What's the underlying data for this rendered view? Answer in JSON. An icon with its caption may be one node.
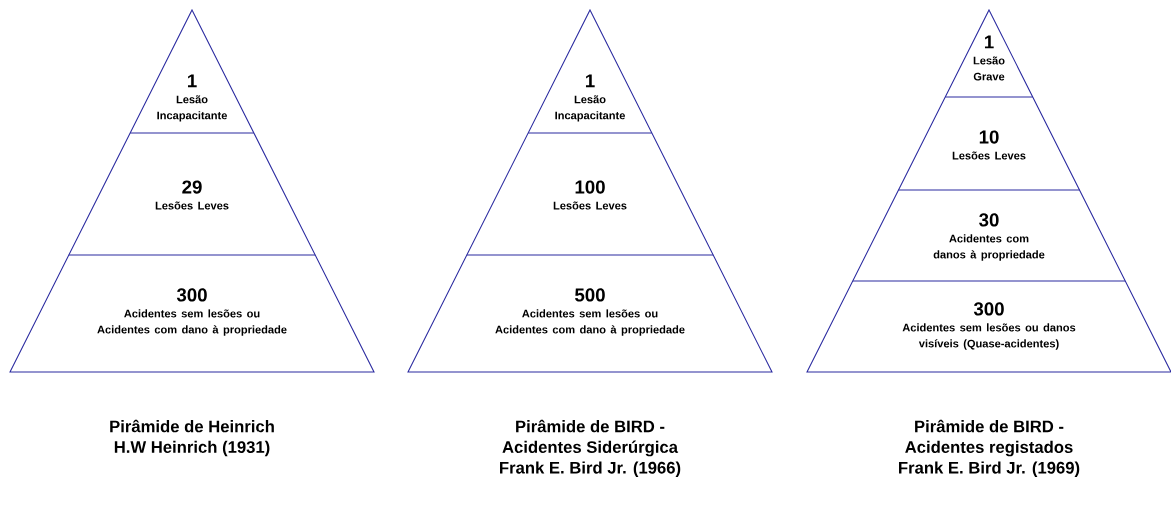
{
  "diagram": {
    "nodes": [
      {
        "text": [],
        "shape": "triangle",
        "beside": [
          "Pirâmide de Heinrich",
          "H.W Heinrich (1931)"
        ]
      },
      {
        "text": [
          "1",
          "Lesão Incapacitante"
        ],
        "in": 0
      },
      {
        "text": [
          "29",
          "Lesões Leves"
        ],
        "in": 0
      },
      {
        "text": [
          "300",
          "Acidentes sem lesões ou Acidentes com dano à propriedade"
        ],
        "in": 0
      },
      {
        "text": [],
        "shape": "triangle",
        "beside": [
          "Pirâmide de BIRD -",
          "Acidentes Siderúrgica",
          "Frank E. Bird Jr. (1966)"
        ]
      },
      {
        "text": [
          "1",
          "Lesão Incapacitante"
        ],
        "in": 4
      },
      {
        "text": [
          "100",
          "Lesões Leves"
        ],
        "in": 4
      },
      {
        "text": [
          "500",
          "Acidentes sem lesões ou Acidentes com dano à propriedade"
        ],
        "in": 4
      },
      {
        "text": [],
        "shape": "triangle",
        "beside": [
          "Pirâmide de BIRD -",
          "Acidentes registados",
          "Frank E. Bird Jr. (1969)"
        ]
      },
      {
        "text": [
          "1",
          "Lesão Grave"
        ],
        "in": 8
      },
      {
        "text": [
          "10",
          "Lesões Leves"
        ],
        "in": 8
      },
      {
        "text": [
          "30",
          "Acidentes com danos à propriedade"
        ],
        "in": 8
      },
      {
        "text": [
          "300",
          "Acidentes sem lesões ou danos visíveis (Quase-acidentes)"
        ],
        "in": 8
      }
    ]
  }
}
